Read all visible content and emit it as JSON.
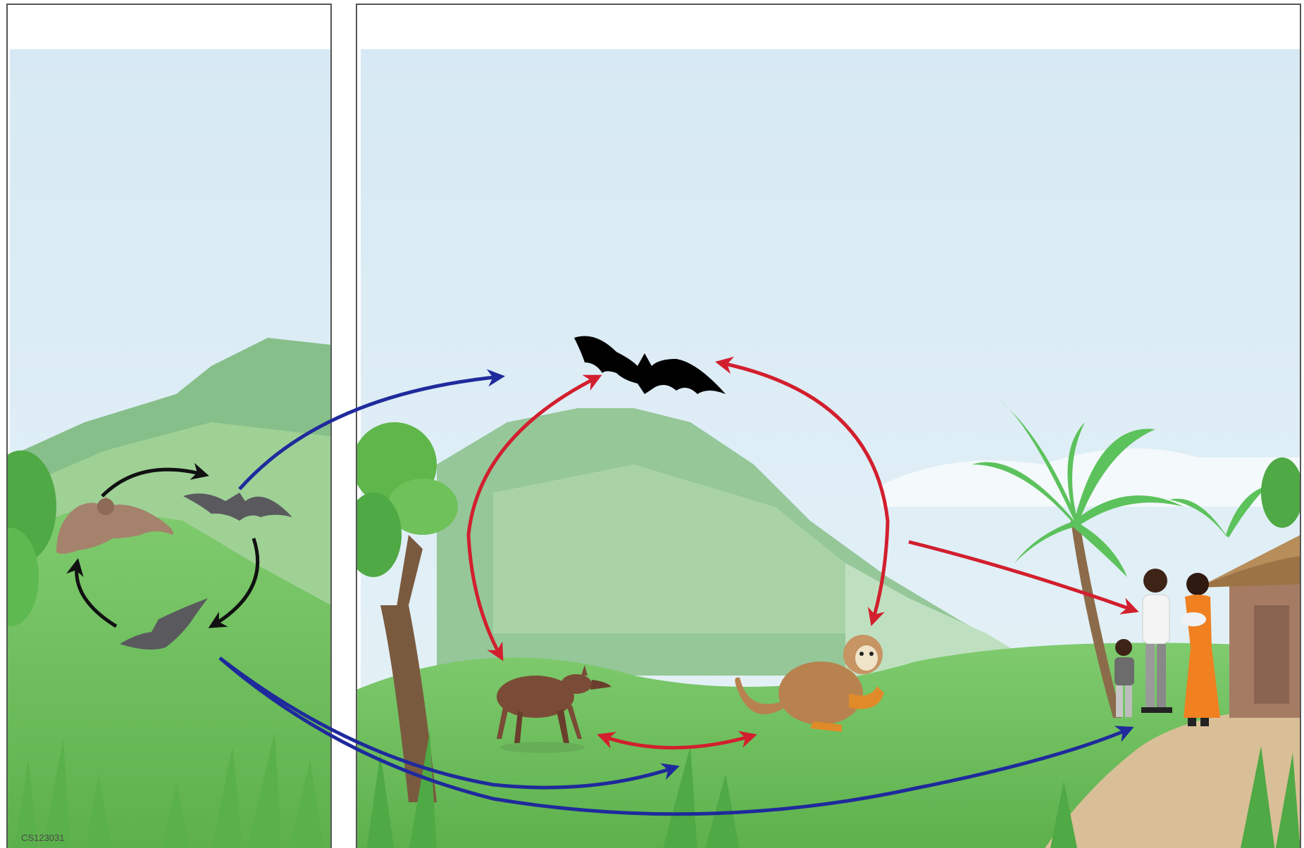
{
  "figure": {
    "code": "CS123031",
    "colors": {
      "reservoir_cycle": "#111111",
      "spillover_from_reservoir": "#1f2a9c",
      "amplifier_transmission": "#d21f2e",
      "sky": "#d8ebf5",
      "foliage": "#6fc15f",
      "hill": "#8fc69a",
      "path": "#d9bf98"
    }
  },
  "panels": [
    {
      "name": "reservoir-panel",
      "hosts": [
        "fruit-bat-roosting-icon",
        "flying-bat-icon",
        "flying-bat-icon"
      ],
      "cycle_arrows": 3
    },
    {
      "name": "transmission-panel",
      "hosts": [
        "black-bat-icon",
        "duiker-antelope-icon",
        "monkey-icon",
        "human-family-icon"
      ],
      "scenery": [
        "palm-tree-icon",
        "thatched-hut-icon",
        "tree-icon",
        "mountains"
      ]
    }
  ],
  "arrows": [
    {
      "from": "reservoir-bats",
      "to": "black-bat",
      "color": "blue"
    },
    {
      "from": "reservoir-bats",
      "to": "duiker-monkey-ground",
      "color": "blue"
    },
    {
      "from": "reservoir-bats",
      "to": "human-family",
      "color": "blue"
    },
    {
      "from": "black-bat",
      "to": "duiker",
      "color": "red",
      "bidirectional": true
    },
    {
      "from": "black-bat",
      "to": "monkey",
      "color": "red",
      "bidirectional": true
    },
    {
      "from": "duiker",
      "to": "monkey",
      "color": "red",
      "bidirectional": true
    },
    {
      "from": "black-bat-monkey",
      "to": "human-family",
      "color": "red"
    }
  ]
}
